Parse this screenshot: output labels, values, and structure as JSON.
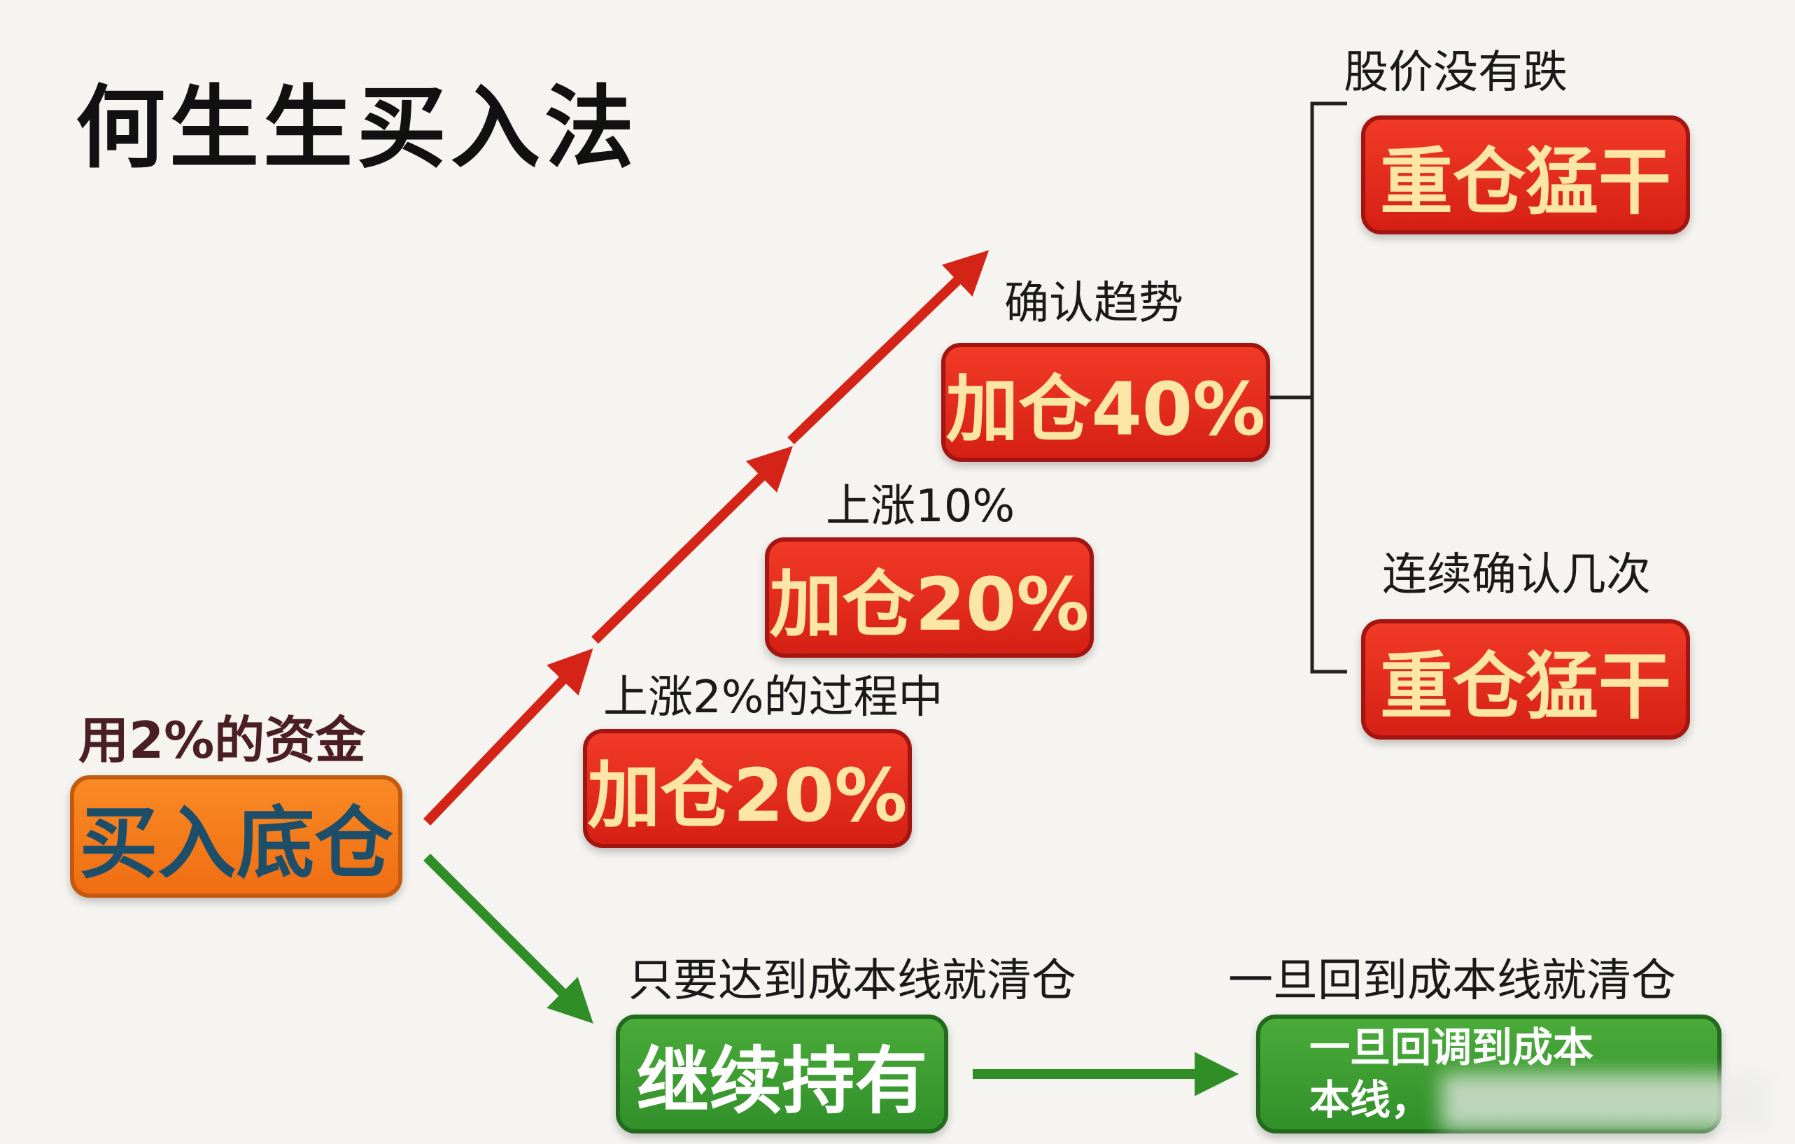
{
  "title": "何生生买入法",
  "start": {
    "label": "用2%的资金",
    "box": "买入底仓"
  },
  "up_path": {
    "step1": {
      "label": "上涨2%的过程中",
      "box": "加仓20%"
    },
    "step2": {
      "label": "上涨10%",
      "box": "加仓20%"
    },
    "step3": {
      "label": "确认趋势",
      "box": "加仓40%"
    }
  },
  "branches": {
    "upper": {
      "label": "股价没有跌",
      "box": "重仓猛干"
    },
    "lower": {
      "label": "连续确认几次",
      "box": "重仓猛干"
    }
  },
  "down_path": {
    "step1": {
      "label": "只要达到成本线就清仓",
      "box": "继续持有"
    },
    "step2": {
      "label": "一旦回到成本线就清仓",
      "box_line1": "一旦回调到成本",
      "box_line2": "本线，"
    }
  },
  "colors": {
    "red_arrow": "#d42418",
    "green_arrow": "#2f8e26",
    "red_box": "#e42b1b",
    "orange_box": "#f27a1a",
    "green_box": "#3a9c30",
    "red_box_text": "#fbe6a6",
    "orange_box_text": "#1d4f6b"
  }
}
